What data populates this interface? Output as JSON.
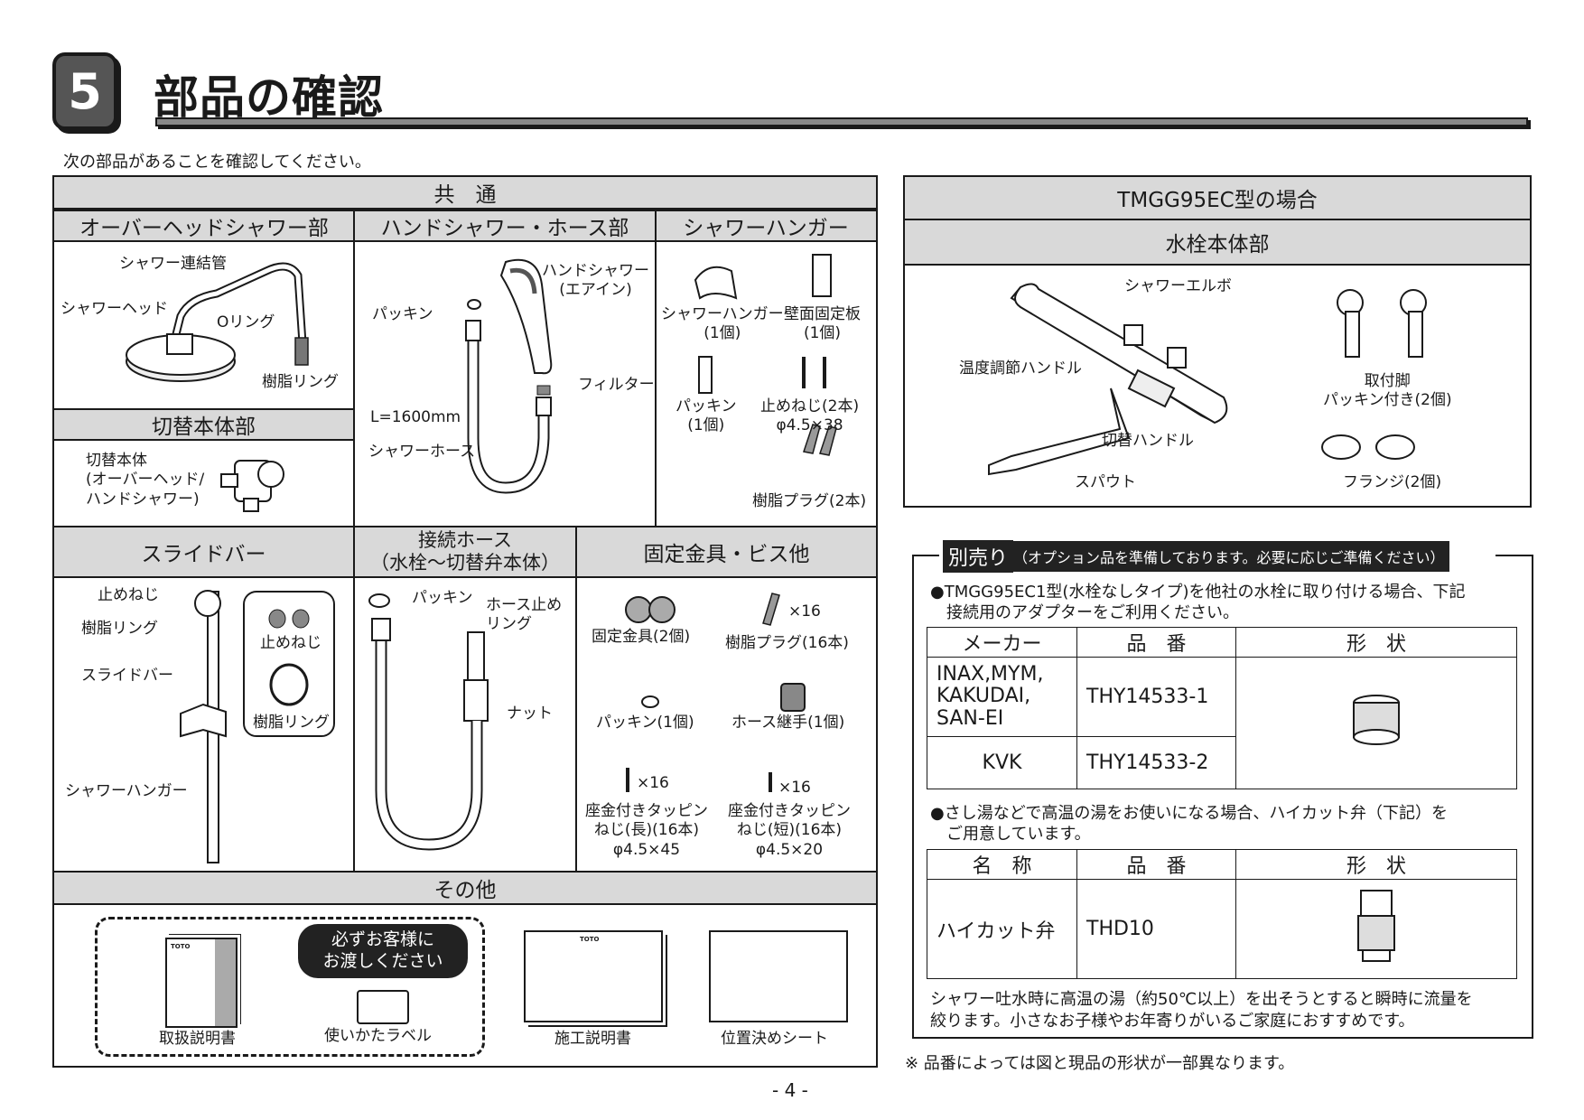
{
  "header": {
    "number": "5",
    "title": "部品の確認"
  },
  "intro": "次の部品があることを確認してください。",
  "common": {
    "title": "共　通",
    "overhead": {
      "title": "オーバーヘッドシャワー部",
      "labels": [
        "シャワー連結管",
        "シャワーヘッド",
        "Oリング",
        "樹脂リング"
      ]
    },
    "switch_body": {
      "title": "切替本体部",
      "label": "切替本体\n(オーバーヘッド/\nハンドシャワー)"
    },
    "hand": {
      "title": "ハンドシャワー・ホース部",
      "labels": [
        "ハンドシャワー\n(エアイン)",
        "パッキン",
        "フィルター",
        "L=1600mm",
        "シャワーホース"
      ]
    },
    "hanger": {
      "title": "シャワーハンガー",
      "labels": [
        "シャワーハンガー\n(1個)",
        "壁面固定板\n(1個)",
        "パッキン\n(1個)",
        "止めねじ(2本)\nφ4.5×38",
        "樹脂プラグ(2本)"
      ]
    },
    "slide": {
      "title": "スライドバー",
      "labels": [
        "止めねじ",
        "樹脂リング",
        "スライドバー",
        "シャワーハンガー"
      ],
      "callouts": [
        "止めねじ",
        "樹脂リング"
      ]
    },
    "conn_hose": {
      "title": "接続ホース\n（水栓～切替弁本体）",
      "labels": [
        "パッキン",
        "ホース止め\nリング",
        "ナット"
      ]
    },
    "fixing": {
      "title": "固定金具・ビス他",
      "labels": [
        "固定金具(2個)",
        "×16",
        "樹脂プラグ(16本)",
        "パッキン(1個)",
        "ホース継手(1個)",
        "×16",
        "座金付きタッピン\nねじ(長)(16本)\nφ4.5×45",
        "×16",
        "座金付きタッピン\nねじ(短)(16本)\nφ4.5×20"
      ]
    },
    "other": {
      "title": "その他",
      "notice": "必ずお客様に\nお渡しください",
      "items": [
        "取扱説明書",
        "使いかたラベル",
        "施工説明書",
        "位置決めシート"
      ],
      "brand": "TOTO"
    }
  },
  "tmgg": {
    "title": "TMGG95EC型の場合",
    "subtitle": "水栓本体部",
    "labels": [
      "シャワーエルボ",
      "温度調節ハンドル",
      "切替ハンドル",
      "スパウト",
      "取付脚\nパッキン付き(2個)",
      "フランジ(2個)"
    ]
  },
  "sold_separately": {
    "title": "別売り",
    "subtitle": "（オプション品を準備しております。必要に応じご準備ください）",
    "note1": "●TMGG95EC1型(水栓なしタイプ)を他社の水栓に取り付ける場合、下記\n　接続用のアダプターをご利用ください。",
    "table1": {
      "headers": [
        "メーカー",
        "品　番",
        "形　状"
      ],
      "rows": [
        [
          "INAX,MYM,\nKAKUDAI,\nSAN-EI",
          "THY14533-1"
        ],
        [
          "KVK",
          "THY14533-2"
        ]
      ]
    },
    "note2": "●さし湯などで高温の湯をお使いになる場合、ハイカット弁（下記）を\n　ご用意しています。",
    "table2": {
      "headers": [
        "名　称",
        "品　番",
        "形　状"
      ],
      "rows": [
        [
          "ハイカット弁",
          "THD10"
        ]
      ]
    },
    "note3": "シャワー吐水時に高温の湯（約50℃以上）を出そうとすると瞬時に流量を\n絞ります。小さなお子様やお年寄りがいるご家庭におすすめです。"
  },
  "footnote": "※ 品番によっては図と現品の形状が一部異なります。",
  "page_number": "- 4 -"
}
